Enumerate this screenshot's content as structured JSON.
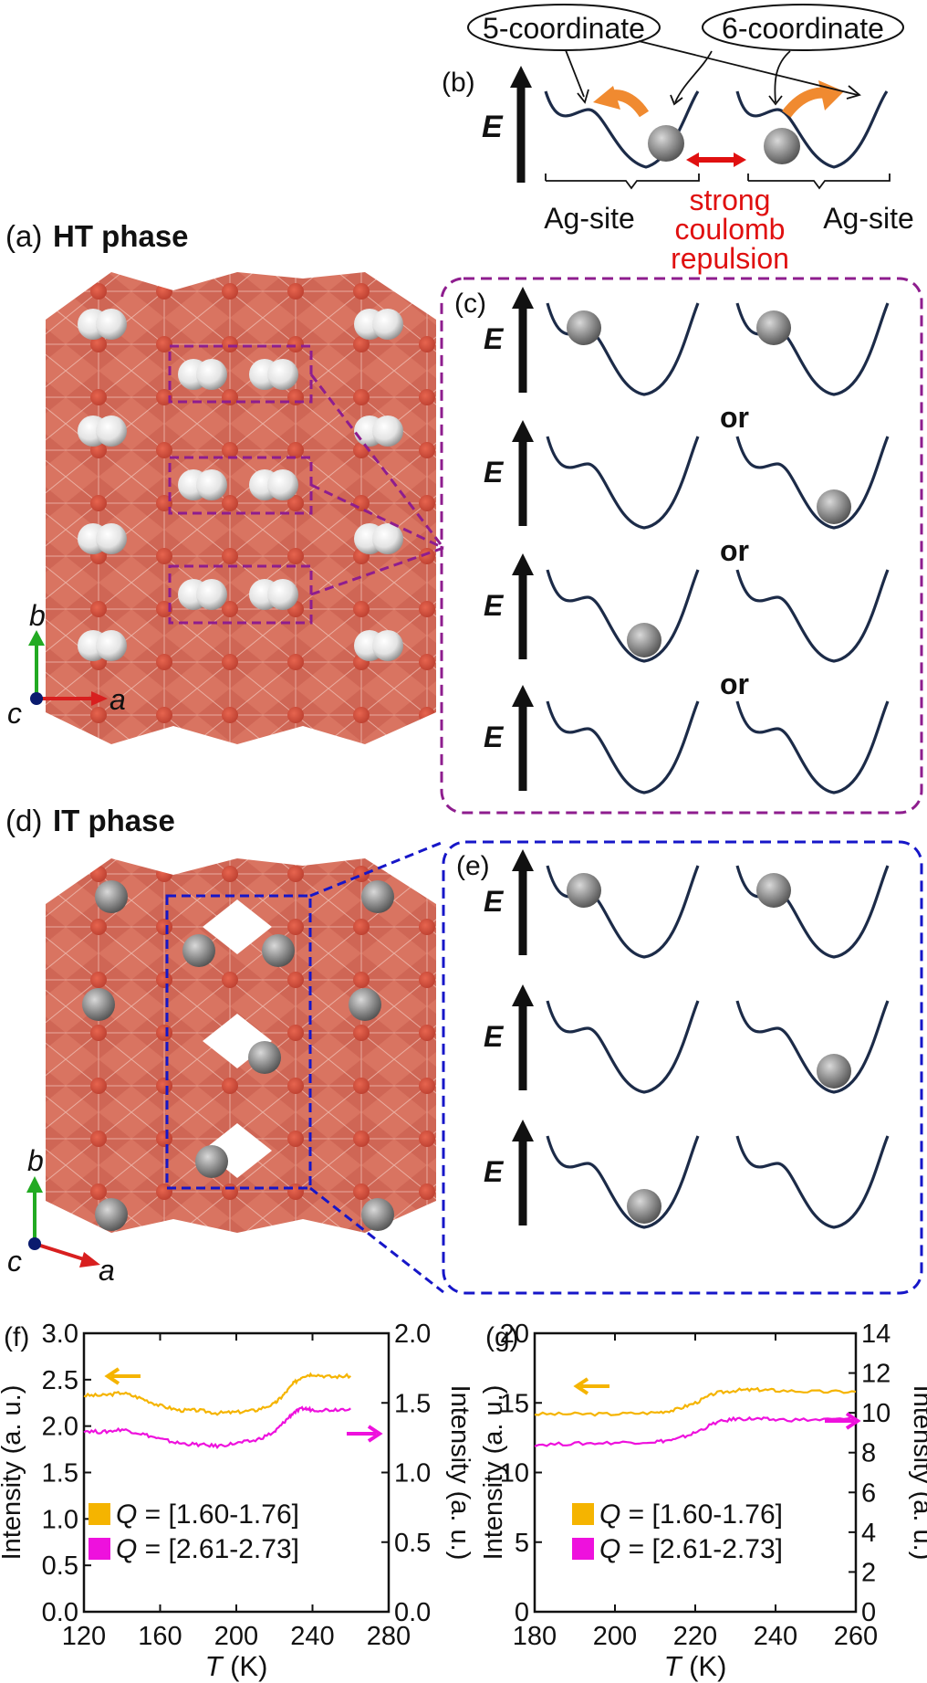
{
  "panels": {
    "a": {
      "label": "(a)",
      "title": "HT phase"
    },
    "b": {
      "label": "(b)",
      "five_coord": "5-coordinate",
      "six_coord": "6-coordinate",
      "site_left": "Ag-site",
      "site_right": "Ag-site",
      "repulsion": [
        "strong",
        "coulomb",
        "repulsion"
      ]
    },
    "c": {
      "label": "(c)",
      "or": "or"
    },
    "d": {
      "label": "(d)",
      "title": "IT phase"
    },
    "e": {
      "label": "(e)"
    },
    "f": {
      "label": "(f)"
    },
    "g": {
      "label": "(g)"
    }
  },
  "energy_label": "E",
  "axes_triad": {
    "b": "b",
    "a": "a",
    "c": "c"
  },
  "colors": {
    "octahedra": "#d4705e",
    "ag_atom_ht": "#e8e8e8",
    "ag_atom_it": "#8c8c8c",
    "purple_box": "#8e1d8e",
    "blue_box": "#1616c8",
    "orange_series": "#f5b400",
    "magenta_series": "#ee11dd",
    "arrow_orange": "#f08a30",
    "arrow_red": "#e01010"
  },
  "chart_data": [
    {
      "type": "line",
      "panel": "(f)",
      "xlabel_symbol": "T",
      "xlabel_unit": " (K)",
      "ylabel_left": "Intensity (a. u.)",
      "ylabel_right": "Intensity (a. u.)",
      "xlim": [
        120,
        280
      ],
      "ylim_left": [
        0.0,
        3.0
      ],
      "ylim_right": [
        0.0,
        2.0
      ],
      "xticks": [
        "120",
        "160",
        "200",
        "240",
        "280"
      ],
      "yticks_left": [
        "0.0",
        "0.5",
        "1.0",
        "1.5",
        "2.0",
        "2.5",
        "3.0"
      ],
      "yticks_right": [
        "0.0",
        "0.5",
        "1.0",
        "1.5",
        "2.0"
      ],
      "legend": [
        {
          "symbol": "Q",
          "text": " = [1.60-1.76]"
        },
        {
          "symbol": "Q",
          "text": " = [2.61-2.73]"
        }
      ],
      "series": [
        {
          "axis": "left",
          "x": [
            120,
            130,
            140,
            150,
            160,
            170,
            180,
            190,
            200,
            210,
            220,
            225,
            230,
            235,
            240,
            250,
            260
          ],
          "y": [
            2.33,
            2.33,
            2.36,
            2.3,
            2.22,
            2.17,
            2.17,
            2.14,
            2.15,
            2.17,
            2.24,
            2.34,
            2.46,
            2.54,
            2.56,
            2.53,
            2.54
          ]
        },
        {
          "axis": "right",
          "x": [
            120,
            130,
            140,
            150,
            160,
            170,
            180,
            190,
            200,
            210,
            220,
            225,
            230,
            235,
            240,
            250,
            260
          ],
          "y": [
            1.3,
            1.29,
            1.31,
            1.28,
            1.24,
            1.21,
            1.2,
            1.19,
            1.21,
            1.23,
            1.29,
            1.36,
            1.43,
            1.46,
            1.45,
            1.45,
            1.46
          ]
        }
      ]
    },
    {
      "type": "line",
      "panel": "(g)",
      "xlabel_symbol": "T",
      "xlabel_unit": " (K)",
      "ylabel_left": "Intensity (a. u.)",
      "ylabel_right": "Intensity (a. u.)",
      "xlim": [
        180,
        260
      ],
      "ylim_left": [
        0,
        20
      ],
      "ylim_right": [
        0,
        14
      ],
      "xticks": [
        "180",
        "200",
        "220",
        "240",
        "260"
      ],
      "yticks_left": [
        "0",
        "5",
        "10",
        "15",
        "20"
      ],
      "yticks_right": [
        "0",
        "2",
        "4",
        "6",
        "8",
        "10",
        "12",
        "14"
      ],
      "legend": [
        {
          "symbol": "Q",
          "text": " = [1.60-1.76]"
        },
        {
          "symbol": "Q",
          "text": " = [2.61-2.73]"
        }
      ],
      "series": [
        {
          "axis": "left",
          "x": [
            180,
            190,
            200,
            210,
            215,
            220,
            225,
            230,
            235,
            240,
            250,
            260
          ],
          "y": [
            14.2,
            14.2,
            14.2,
            14.3,
            14.5,
            15.0,
            15.7,
            15.9,
            15.95,
            15.9,
            15.8,
            15.8
          ]
        },
        {
          "axis": "right",
          "x": [
            180,
            190,
            200,
            210,
            215,
            220,
            225,
            230,
            235,
            240,
            250,
            260
          ],
          "y": [
            8.4,
            8.45,
            8.5,
            8.55,
            8.65,
            9.0,
            9.5,
            9.7,
            9.7,
            9.65,
            9.65,
            9.7
          ]
        }
      ]
    }
  ]
}
